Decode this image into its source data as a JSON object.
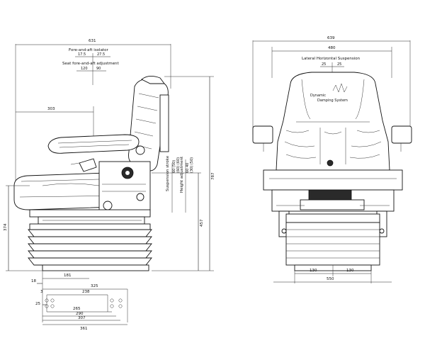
{
  "side_view": {
    "overall_width": "631",
    "fore_aft_isolator_label": "Fore-and-aft isolator",
    "fore_aft_isolator_values": [
      "17.5",
      "27.5"
    ],
    "seat_fore_aft_label": "Seat fore-and-aft adjustment",
    "seat_fore_aft_values": [
      "120",
      "90"
    ],
    "dim_303": "303",
    "suspension_stroke_label": "Suspension stroke",
    "suspension_stroke_values": "60 (50)",
    "suspension_stroke_sub": "(60) (60)",
    "height_adjustment_label": "Height adjustment",
    "height_adjustment_values": "60 40",
    "height_adjustment_sub": "(30) (50)",
    "height_787": "787",
    "height_457": "457",
    "height_374": "374",
    "dim_181": "181",
    "dim_18": "18",
    "dim_325": "325",
    "dim_238": "238",
    "dim_3": "3",
    "dim_25": "25",
    "dim_265": "265",
    "dim_290": "290",
    "dim_307": "307",
    "dim_361": "361"
  },
  "front_view": {
    "overall_width": "639",
    "inner_width": "480",
    "lateral_label": "Lateral Horizontal Suspension",
    "lateral_values": [
      "25",
      "25"
    ],
    "brand_line1": "Dynamic",
    "brand_line2": "Damping System",
    "base_left": "130",
    "base_right": "130",
    "base_width": "550"
  }
}
